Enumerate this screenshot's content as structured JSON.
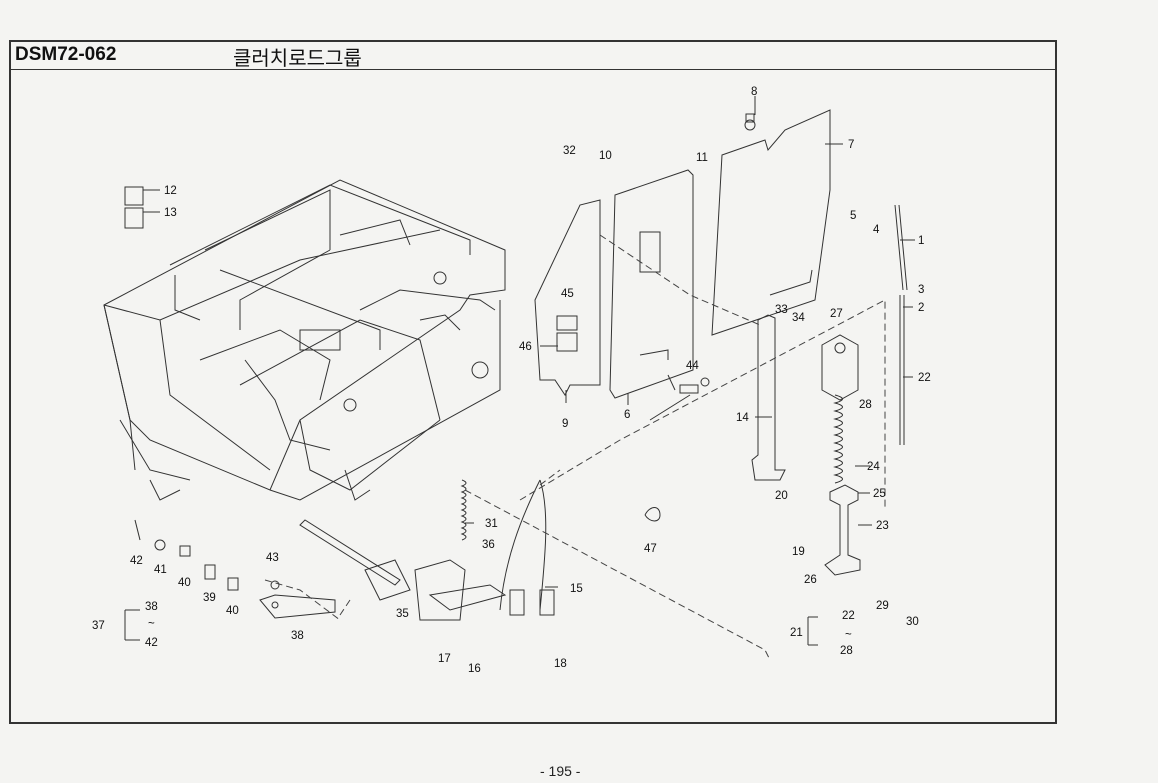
{
  "header": {
    "code": "DSM72-062",
    "title": "클러치로드그룹"
  },
  "page_number": "- 195 -",
  "callouts": [
    {
      "id": "c1",
      "text": "1"
    },
    {
      "id": "c2",
      "text": "2"
    },
    {
      "id": "c3",
      "text": "3"
    },
    {
      "id": "c4",
      "text": "4"
    },
    {
      "id": "c5",
      "text": "5"
    },
    {
      "id": "c6",
      "text": "6"
    },
    {
      "id": "c7",
      "text": "7"
    },
    {
      "id": "c8",
      "text": "8"
    },
    {
      "id": "c9",
      "text": "9"
    },
    {
      "id": "c10",
      "text": "10"
    },
    {
      "id": "c11",
      "text": "11"
    },
    {
      "id": "c12",
      "text": "12"
    },
    {
      "id": "c13",
      "text": "13"
    },
    {
      "id": "c14",
      "text": "14"
    },
    {
      "id": "c15",
      "text": "15"
    },
    {
      "id": "c16",
      "text": "16"
    },
    {
      "id": "c17",
      "text": "17"
    },
    {
      "id": "c18",
      "text": "18"
    },
    {
      "id": "c19",
      "text": "19"
    },
    {
      "id": "c20",
      "text": "20"
    },
    {
      "id": "c21",
      "text": "21"
    },
    {
      "id": "c22a",
      "text": "22"
    },
    {
      "id": "c22b",
      "text": "22"
    },
    {
      "id": "c23",
      "text": "23"
    },
    {
      "id": "c24",
      "text": "24"
    },
    {
      "id": "c25",
      "text": "25"
    },
    {
      "id": "c26",
      "text": "26"
    },
    {
      "id": "c27",
      "text": "27"
    },
    {
      "id": "c28a",
      "text": "28"
    },
    {
      "id": "c28b",
      "text": "28"
    },
    {
      "id": "c29",
      "text": "29"
    },
    {
      "id": "c30",
      "text": "30"
    },
    {
      "id": "c31",
      "text": "31"
    },
    {
      "id": "c32",
      "text": "32"
    },
    {
      "id": "c33",
      "text": "33"
    },
    {
      "id": "c34",
      "text": "34"
    },
    {
      "id": "c35",
      "text": "35"
    },
    {
      "id": "c36",
      "text": "36"
    },
    {
      "id": "c37",
      "text": "37"
    },
    {
      "id": "c38a",
      "text": "38"
    },
    {
      "id": "c38b",
      "text": "38"
    },
    {
      "id": "c39",
      "text": "39"
    },
    {
      "id": "c40a",
      "text": "40"
    },
    {
      "id": "c40b",
      "text": "40"
    },
    {
      "id": "c41",
      "text": "41"
    },
    {
      "id": "c42a",
      "text": "42"
    },
    {
      "id": "c42b",
      "text": "42"
    },
    {
      "id": "c43",
      "text": "43"
    },
    {
      "id": "c44",
      "text": "44"
    },
    {
      "id": "c45",
      "text": "45"
    },
    {
      "id": "c46",
      "text": "46"
    },
    {
      "id": "c47",
      "text": "47"
    },
    {
      "id": "tilde37",
      "text": "~"
    },
    {
      "id": "tilde21",
      "text": "~"
    }
  ]
}
